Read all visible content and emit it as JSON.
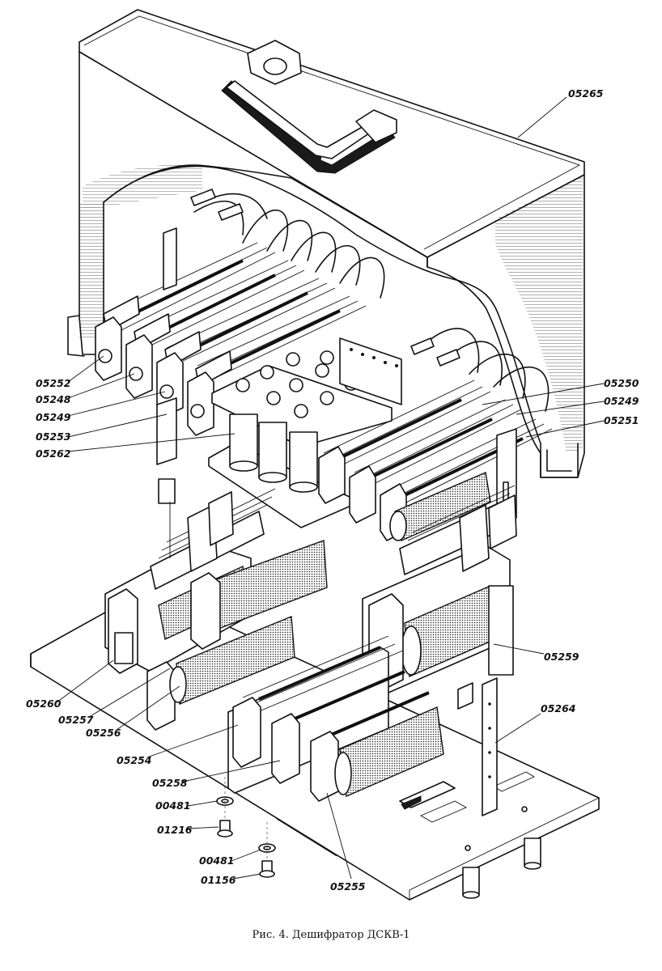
{
  "caption": "Рис. 4. Дешифратор ДСКВ-1",
  "callouts": {
    "c05265": "05265",
    "c05252": "05252",
    "c05248": "05248",
    "c05249a": "05249",
    "c05253": "05253",
    "c05262": "05262",
    "c05250": "05250",
    "c05249b": "05249",
    "c05251": "05251",
    "c05259": "05259",
    "c05264": "05264",
    "c05260": "05260",
    "c05257": "05257",
    "c05256": "05256",
    "c05254": "05254",
    "c05258": "05258",
    "c00481a": "00481",
    "c01216": "01216",
    "c00481b": "00481",
    "c01156": "01156",
    "c05255": "05255"
  }
}
